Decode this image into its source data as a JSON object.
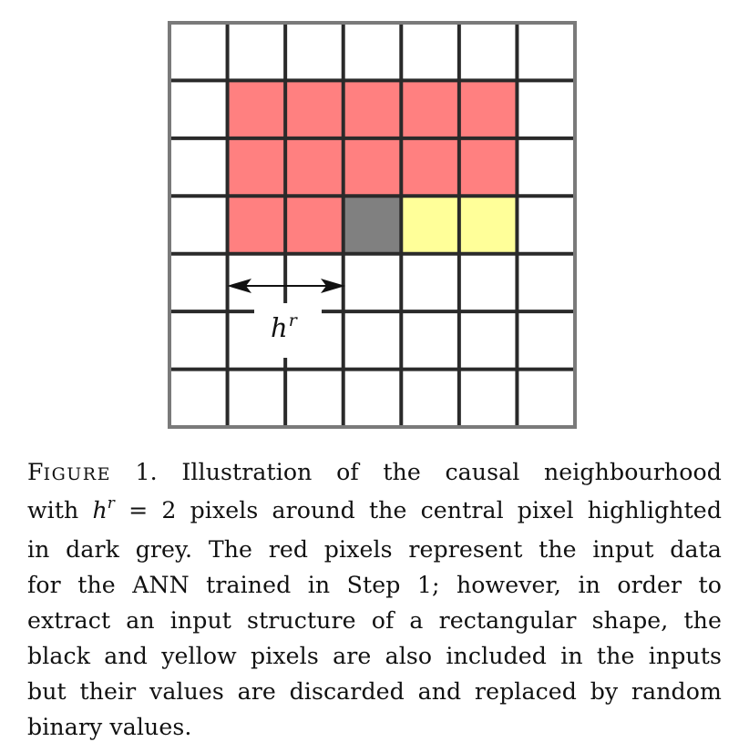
{
  "figure": {
    "grid": {
      "rows": 7,
      "cols": 7,
      "red_cells": [
        [
          1,
          1
        ],
        [
          1,
          2
        ],
        [
          1,
          3
        ],
        [
          1,
          4
        ],
        [
          1,
          5
        ],
        [
          2,
          1
        ],
        [
          2,
          2
        ],
        [
          2,
          3
        ],
        [
          2,
          4
        ],
        [
          2,
          5
        ],
        [
          3,
          1
        ],
        [
          3,
          2
        ]
      ],
      "center_cell": [
        3,
        3
      ],
      "yellow_cells": [
        [
          3,
          4
        ],
        [
          3,
          5
        ]
      ],
      "colors": {
        "red": "#ff8080",
        "center": "#808080",
        "yellow": "#ffff99",
        "grid_line": "#2a2a2a",
        "border": "#7a7a7a"
      }
    },
    "radius_label": {
      "base": "h",
      "superscript": "r"
    }
  },
  "caption": {
    "label_first": "F",
    "label_rest": "IGURE",
    "number": "1.",
    "line1_text": "Illustration of the causal neighbourhood",
    "line2_prefix": "with",
    "line2_math_base": "h",
    "line2_math_sup": "r",
    "line2_equals": "= 2",
    "line2_suffix": "pixels around the central pixel highlighted",
    "line3": "in dark grey. The red pixels represent the input data",
    "line4": "for the ANN trained in Step 1; however, in order to",
    "line5": "extract an input structure of a rectangular shape, the",
    "line6": "black and yellow pixels are also included in the inputs",
    "line7": "but their values are discarded and replaced by random",
    "line8": "binary values."
  }
}
